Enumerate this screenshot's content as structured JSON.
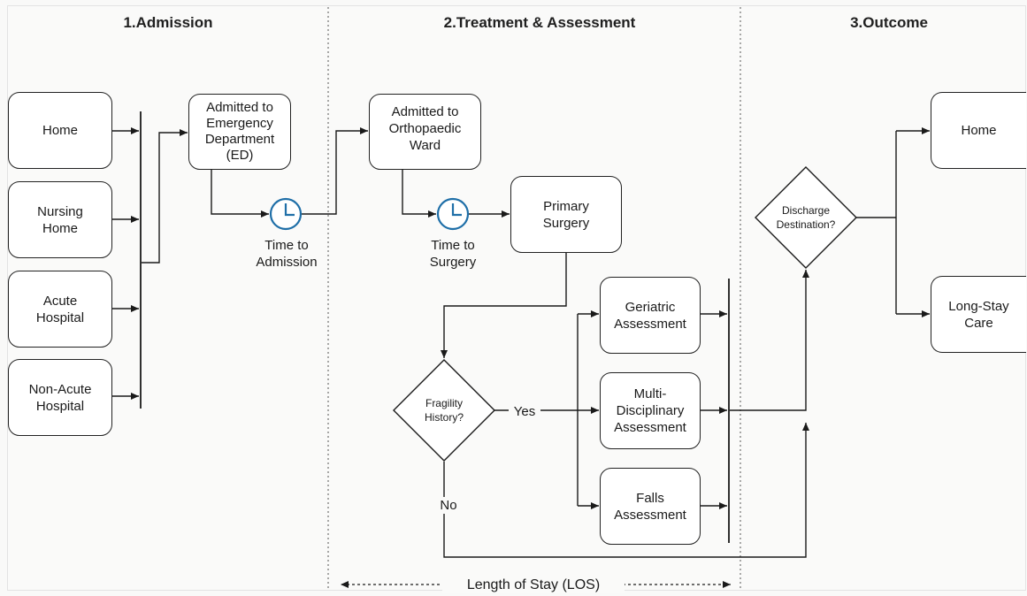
{
  "sections": {
    "admission": "1.Admission",
    "treatment": "2.Treatment & Assessment",
    "outcome": "3.Outcome"
  },
  "sources": {
    "home": "Home",
    "nursing_home": "Nursing\nHome",
    "acute_hospital": "Acute\nHospital",
    "non_acute_hospital": "Non-Acute\nHospital"
  },
  "process": {
    "ed": "Admitted to\nEmergency\nDepartment\n(ED)",
    "ortho": "Admitted to\nOrthopaedic\nWard",
    "surgery": "Primary\nSurgery",
    "geriatric": "Geriatric\nAssessment",
    "multi": "Multi-\nDisciplinary\nAssessment",
    "falls": "Falls\nAssessment"
  },
  "timers": {
    "admission": "Time to\nAdmission",
    "surgery": "Time to\nSurgery"
  },
  "decisions": {
    "fragility": "Fragility\nHistory?",
    "discharge": "Discharge\nDestination?",
    "yes": "Yes",
    "no": "No"
  },
  "outcomes": {
    "home": "Home",
    "long_stay": "Long-Stay\nCare"
  },
  "los_label": "Length of Stay (LOS)",
  "colors": {
    "clock": "#1f6fa8",
    "line": "#1a1a1a"
  }
}
